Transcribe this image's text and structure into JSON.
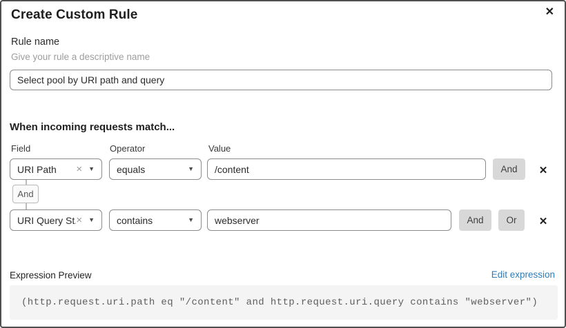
{
  "dialog": {
    "title": "Create Custom Rule",
    "close_icon": "✕"
  },
  "rule_name": {
    "label": "Rule name",
    "help": "Give your rule a descriptive name",
    "value": "Select pool by URI path and query"
  },
  "match": {
    "header": "When incoming requests match...",
    "columns": {
      "field": "Field",
      "operator": "Operator",
      "value": "Value"
    },
    "conditions": [
      {
        "field": "URI Path",
        "operator": "equals",
        "value": "/content"
      },
      {
        "field": "URI Query St...",
        "operator": "contains",
        "value": "webserver"
      }
    ],
    "connector_label": "And",
    "and_label": "And",
    "or_label": "Or",
    "remove_icon": "✕",
    "clear_icon": "×",
    "caret_icon": "▼"
  },
  "expression": {
    "label": "Expression Preview",
    "edit_link": "Edit expression",
    "code": "(http.request.uri.path eq \"/content\" and http.request.uri.query contains \"webserver\")"
  },
  "colors": {
    "accent_blue": "#2e7cb7",
    "button_gray": "#d8d8d8",
    "input_border_gray": "#8a8a8a",
    "dialog_border": "#4f4f4f",
    "code_background": "#f4f4f4"
  }
}
